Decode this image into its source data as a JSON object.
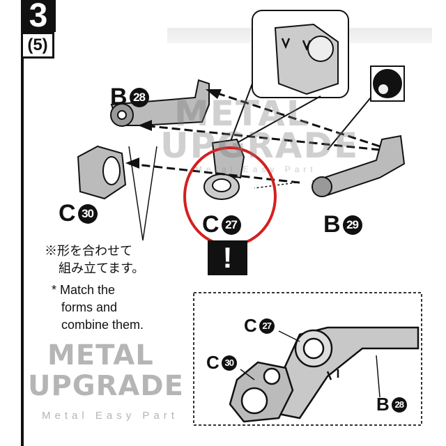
{
  "step": {
    "number": "3",
    "sub": "(5)"
  },
  "parts": {
    "b28": {
      "letter": "B",
      "num": "28"
    },
    "c30": {
      "letter": "C",
      "num": "30"
    },
    "c27": {
      "letter": "C",
      "num": "27"
    },
    "b29": {
      "letter": "B",
      "num": "29"
    }
  },
  "detail_parts": {
    "c27": {
      "letter": "C",
      "num": "27"
    },
    "c30": {
      "letter": "C",
      "num": "30"
    },
    "b28": {
      "letter": "B",
      "num": "28"
    }
  },
  "warning": "!",
  "note_jp": [
    "※形を合わせて",
    "組み立てます。"
  ],
  "note_en": [
    "* Match the",
    "forms and",
    "combine them."
  ],
  "watermark": {
    "line1": "METAL",
    "line2": "UPGRADE",
    "tagline": "Metal Easy Part"
  },
  "colors": {
    "highlight": "#d42020",
    "ink": "#111111"
  }
}
